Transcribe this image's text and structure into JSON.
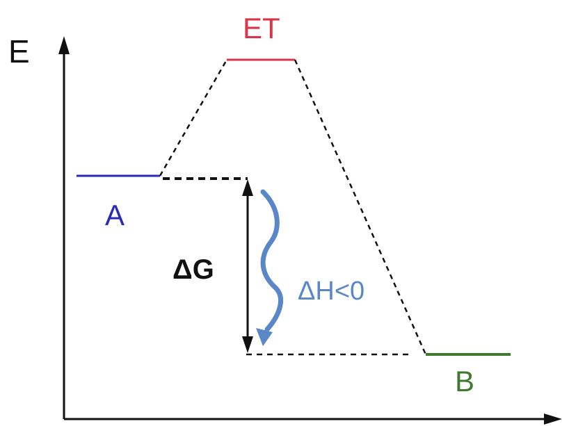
{
  "axis": {
    "y_label": "E"
  },
  "states": {
    "reactant": {
      "label": "A",
      "color": "#2a2ab8"
    },
    "transition": {
      "label": "ET",
      "color": "#d8344a"
    },
    "product": {
      "label": "B",
      "color": "#3f7a2e"
    }
  },
  "annotations": {
    "delta_g": {
      "label": "ΔG",
      "color": "#111111"
    },
    "delta_h": {
      "label": "ΔH<0",
      "color": "#5a87c8"
    }
  },
  "colors": {
    "axis": "#111111",
    "dashed": "#111111"
  }
}
